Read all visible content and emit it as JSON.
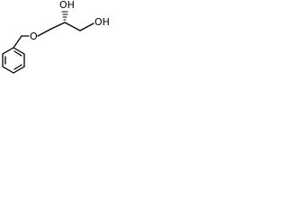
{
  "structure": {
    "atoms": {
      "ether_oxygen": "O",
      "secondary_hydroxyl": "OH",
      "primary_hydroxyl": "OH"
    },
    "stereo_wedge": "hashed",
    "colors": {
      "bond": "#000000",
      "background": "#ffffff"
    }
  }
}
